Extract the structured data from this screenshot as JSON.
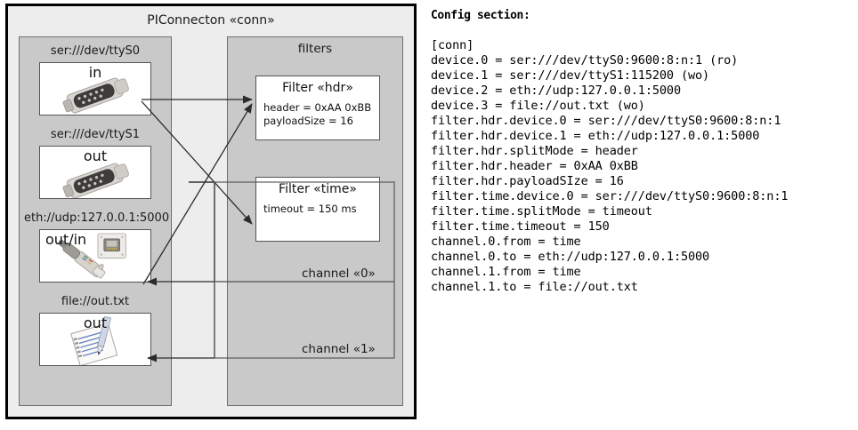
{
  "diagram": {
    "title": "PIConnecton «conn»",
    "devices_panel": {
      "title": "",
      "items": [
        {
          "label": "ser:///dev/ttyS0",
          "direction": "in",
          "icon": "serial-db9-icon"
        },
        {
          "label": "ser:///dev/ttyS1",
          "direction": "out",
          "icon": "serial-db9-icon"
        },
        {
          "label": "eth://udp:127.0.0.1:5000",
          "direction": "out/in",
          "icon": "ethernet-jack-icon"
        },
        {
          "label": "file://out.txt",
          "direction": "out",
          "icon": "text-file-icon"
        }
      ]
    },
    "filters_panel": {
      "title": "filters",
      "filters": [
        {
          "title": "Filter «hdr»",
          "attrs": [
            "header = 0xAA 0xBB",
            "payloadSize = 16"
          ]
        },
        {
          "title": "Filter «time»",
          "attrs": [
            "timeout = 150 ms"
          ]
        }
      ]
    },
    "channels": [
      {
        "label": "channel «0»"
      },
      {
        "label": "channel «1»"
      }
    ],
    "colors": {
      "frame_border": "#000000",
      "frame_fill": "#ededed",
      "panel_fill": "#c9c9c9",
      "panel_border": "#6e6e6e",
      "box_fill": "#ffffff",
      "box_border": "#555555",
      "connector": "#333333"
    }
  },
  "config": {
    "heading": "Config section:",
    "lines": [
      "[conn]",
      "device.0 = ser:///dev/ttyS0:9600:8:n:1 (ro)",
      "device.1 = ser:///dev/ttyS1:115200 (wo)",
      "device.2 = eth://udp:127.0.0.1:5000",
      "device.3 = file://out.txt (wo)",
      "filter.hdr.device.0 = ser:///dev/ttyS0:9600:8:n:1",
      "filter.hdr.device.1 = eth://udp:127.0.0.1:5000",
      "filter.hdr.splitMode = header",
      "filter.hdr.header = 0xAA 0xBB",
      "filter.hdr.payloadSIze = 16",
      "filter.time.device.0 = ser:///dev/ttyS0:9600:8:n:1",
      "filter.time.splitMode = timeout",
      "filter.time.timeout = 150",
      "channel.0.from = time",
      "channel.0.to = eth://udp:127.0.0.1:5000",
      "channel.1.from = time",
      "channel.1.to = file://out.txt"
    ]
  }
}
